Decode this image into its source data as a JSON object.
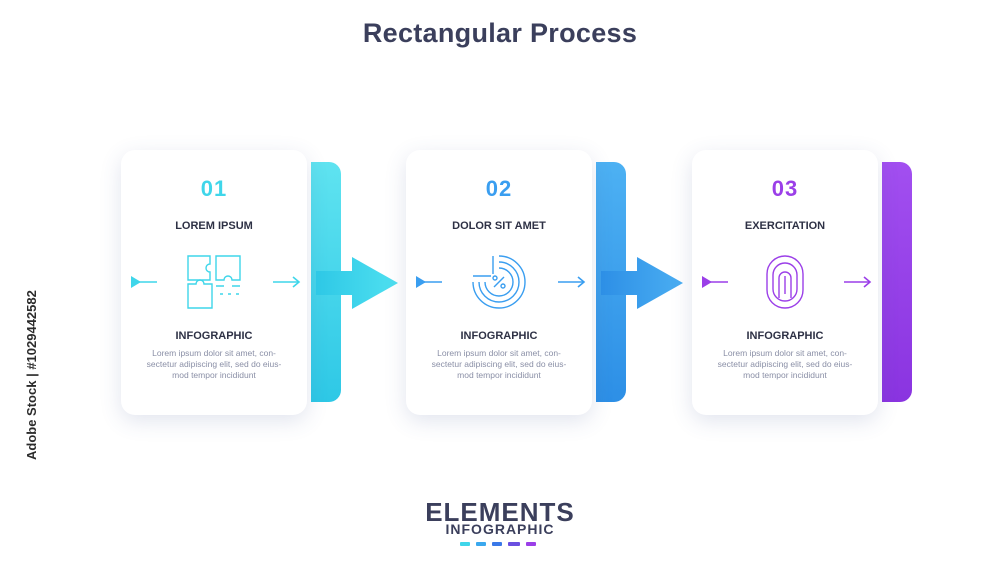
{
  "title": "Rectangular Process",
  "side_credit": "Adobe Stock | #1029442582",
  "steps": [
    {
      "number": "01",
      "heading": "LOREM IPSUM",
      "subheading": "INFOGRAPHIC",
      "description": "Lorem ipsum dolor sit amet, con- sectetur adipiscing elit, sed do eius- mod tempor incididunt",
      "icon": "puzzle-icon",
      "color": "#3fd6ea"
    },
    {
      "number": "02",
      "heading": "DOLOR SIT AMET",
      "subheading": "INFOGRAPHIC",
      "description": "Lorem ipsum dolor sit amet, con- sectetur adipiscing elit, sed do eius- mod tempor incididunt",
      "icon": "percent-chart-icon",
      "color": "#3a9ef0"
    },
    {
      "number": "03",
      "heading": "EXERCITATION",
      "subheading": "INFOGRAPHIC",
      "description": "Lorem ipsum dolor sit amet, con- sectetur adipiscing elit, sed do eius- mod tempor incididunt",
      "icon": "fingerprint-icon",
      "color": "#9b3fe8"
    }
  ],
  "connectors": [
    {
      "from": "01",
      "to": "02",
      "color": "#3fd6ea"
    },
    {
      "from": "02",
      "to": "03",
      "color": "#3a9ef0"
    }
  ],
  "footer": {
    "brand": "ELEMENTS",
    "brand_sub": "INFOGRAPHIC",
    "dot_colors": [
      "#3fd6ea",
      "#3aa8ee",
      "#3a78e8",
      "#6a4fe0",
      "#9b3fe8"
    ]
  }
}
